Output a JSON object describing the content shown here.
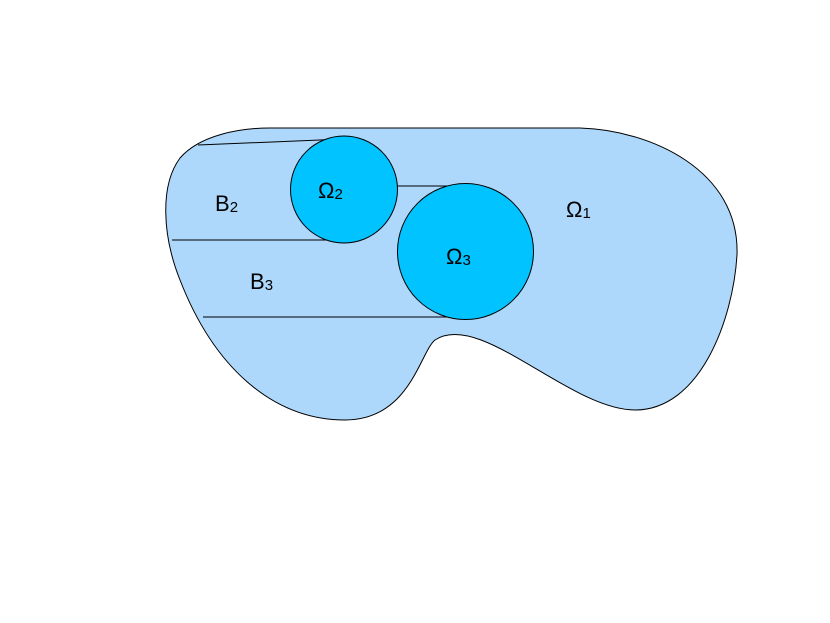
{
  "colors": {
    "domain_fill": "#add8fb",
    "disk_fill": "#00c3ff",
    "stroke": "#000000",
    "text": "#000000"
  },
  "regions": {
    "omega1": {
      "base": "Ω",
      "sub": "1"
    },
    "omega2": {
      "base": "Ω",
      "sub": "2"
    },
    "omega3": {
      "base": "Ω",
      "sub": "3"
    },
    "b2": {
      "base": "B",
      "sub": "2"
    },
    "b3": {
      "base": "B",
      "sub": "3"
    }
  }
}
